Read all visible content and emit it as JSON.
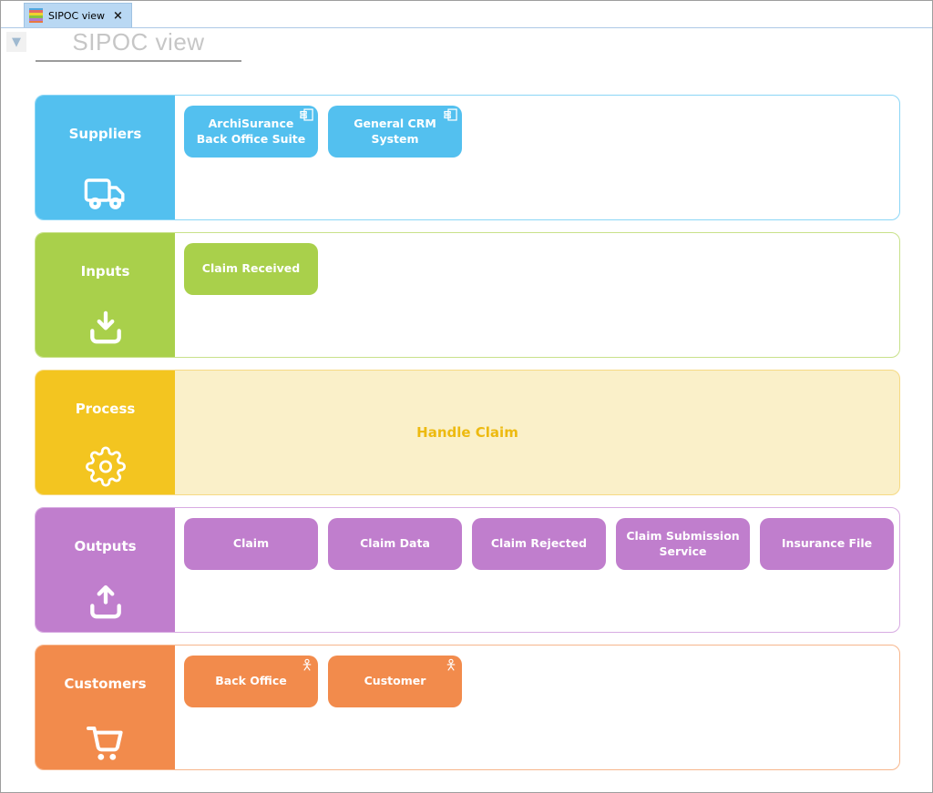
{
  "tab_bar": {
    "tab": {
      "label": "SIPOC view",
      "close_icon": "×",
      "icon": "colored-layers-icon",
      "icon_stripes": [
        "#4fa8e0",
        "#e46a62",
        "#f2d02e",
        "#88c440",
        "#b07ccc",
        "#e87840"
      ],
      "bg_color": "#b9d8f3"
    },
    "underline_color": "#adc9e6"
  },
  "view_header": {
    "collapse_icon": "▼",
    "title": "SIPOC view",
    "title_color": "#c6c6c6"
  },
  "lanes": [
    {
      "id": "suppliers",
      "label": "Suppliers",
      "icon": "truck-icon",
      "color": "#53c0ef",
      "border_color": "#8bd6f6",
      "content_bg": "#ffffff",
      "items": [
        {
          "label": "ArchiSurance Back Office Suite",
          "badge": "component-icon"
        },
        {
          "label": "General CRM System",
          "badge": "component-icon"
        }
      ]
    },
    {
      "id": "inputs",
      "label": "Inputs",
      "icon": "inbox-download-icon",
      "color": "#a9d04b",
      "border_color": "#c8e18a",
      "content_bg": "#ffffff",
      "items": [
        {
          "label": "Claim Received"
        }
      ]
    },
    {
      "id": "process",
      "label": "Process",
      "icon": "gear-icon",
      "color": "#f3c520",
      "border_color": "#f6da84",
      "content_bg": "#faf0c9",
      "text_color": "#edba10",
      "process_label": "Handle Claim",
      "items": []
    },
    {
      "id": "outputs",
      "label": "Outputs",
      "icon": "inbox-upload-icon",
      "color": "#c07ecd",
      "border_color": "#d8abe2",
      "content_bg": "#ffffff",
      "items": [
        {
          "label": "Claim"
        },
        {
          "label": "Claim Data"
        },
        {
          "label": "Claim Rejected"
        },
        {
          "label": "Claim Submission Service"
        },
        {
          "label": "Insurance File"
        }
      ]
    },
    {
      "id": "customers",
      "label": "Customers",
      "icon": "cart-icon",
      "color": "#f28b4c",
      "border_color": "#f7b68c",
      "content_bg": "#ffffff",
      "items": [
        {
          "label": "Back Office",
          "badge": "actor-icon"
        },
        {
          "label": "Customer",
          "badge": "actor-icon"
        }
      ]
    }
  ]
}
